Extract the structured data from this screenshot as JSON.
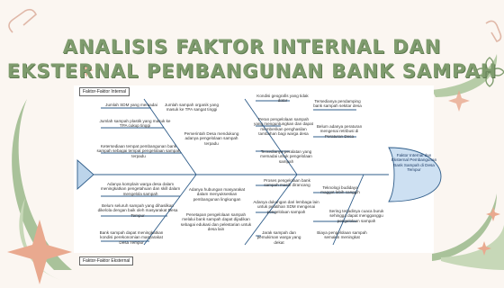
{
  "title": {
    "line1": "ANALISIS FAKTOR INTERNAL DAN",
    "line2": "EKSTERNAL PEMBANGUNAN BANK SAMPAH"
  },
  "diagram": {
    "head": "Faktor Internal dan Eksternal Pembangunan Bank Sampah di Desa Tempur",
    "internal_label": "Faktor-Faktor Internal",
    "external_label": "Faktor-Faktor Eksternal",
    "causes": [
      "Jumlah SDM yang memadai",
      "Jumlah sampah organik yang masuk ke TPA sangat tinggi",
      "Jumlah sampah plastik yang masuk ke TPA cukup tinggi",
      "Pemerintah Desa mendukung adanya pengelolaan sampah terpadu",
      "Ketersediaan tempat pembangunan bank sampah sebagai tempat pengelolaan sampah terpadu",
      "Kondisi geografis yang tidak datar",
      "Tersedianya pendamping bank sampah sekitar desa",
      "Peran pengelolaan sampah yang menguntungkan dan dapat memberikan penghasilan tambahan bagi warga desa",
      "Belum adanya peraturan mengenai retribusi di Peraturan Desa",
      "Tersedianya peralatan yang memadai untuk pengelolaan sampah",
      "Adanya komplain warga desa dalam meningkatkan pengetahuan dan skill dalam mengelola sampah",
      "Adanya hubungan masyarakat dalam menyukseskan pembangunan lingkungan",
      "Belum seluruh sampah yang dihasilkan dikelola dengan baik oleh masyarakat Desa Tempur",
      "Proses pengelolaan bank sampah masih dirancang",
      "Teknologi budidaya maggot lebih canggih",
      "Penetapan pengelolaan sampah melalui bank sampah dapat dijadikan sebagai edukasi dan pelestarian untuk desa lain",
      "Adanya dukungan dari lembaga lain untuk pelatihan SDM mengenai pengelolaan sampah",
      "Sering terjadinya cuaca buruk sehingga dapat mengganggu pengelolaan sampah",
      "Bank sampah dapat meningkatkan kondisi perekonomian masyarakat Desa Tempur",
      "Jarak sampah dan pemukiman warga yang dekat",
      "Biaya pengelolaan sampah semakin meningkat"
    ]
  },
  "colors": {
    "background": "#fbf6f1",
    "title_green": "#7f9c6e",
    "frame_green": "#a9c29a",
    "head_fill": "#cde0f2",
    "accent_pink": "#e9a98f"
  }
}
